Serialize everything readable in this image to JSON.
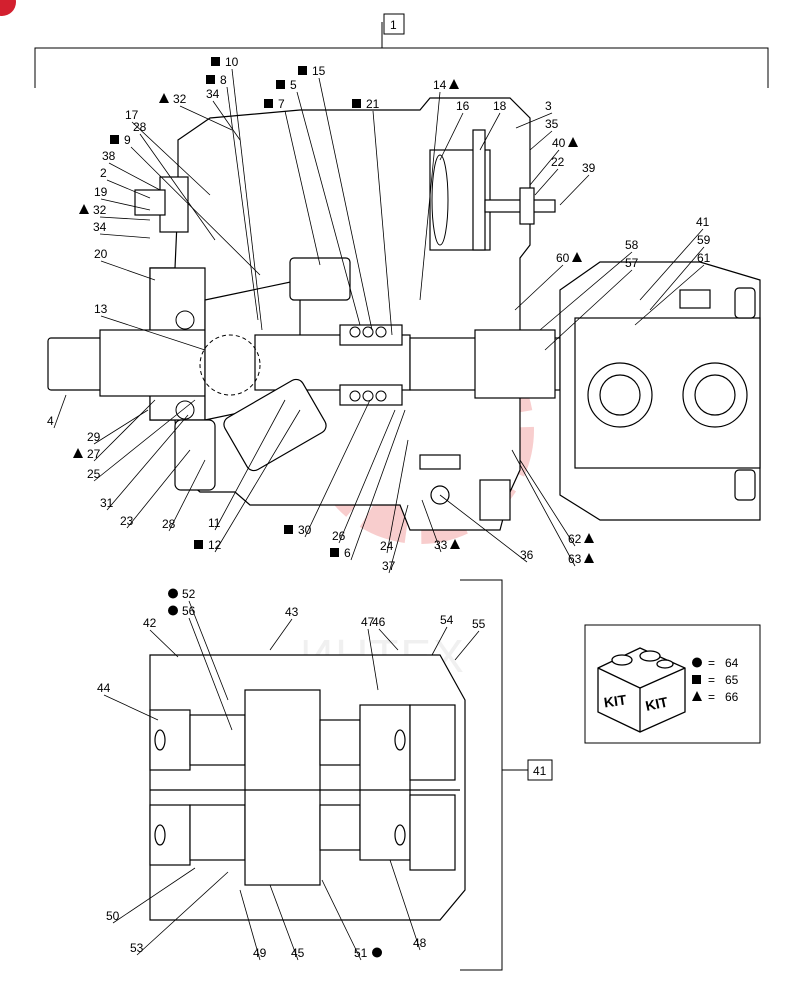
{
  "assembly_label": "1",
  "subassembly_label": "41",
  "watermark_text": "ИНТЕХ",
  "kit_legend": {
    "badge_text_left": "KIT",
    "badge_text_right": "KIT",
    "rows": [
      {
        "symbol": "circle",
        "equals": "=",
        "kit": "64"
      },
      {
        "symbol": "square",
        "equals": "=",
        "kit": "65"
      },
      {
        "symbol": "triangle",
        "equals": "=",
        "kit": "66"
      }
    ]
  },
  "callouts_top": [
    {
      "text": "10",
      "marker": "square"
    },
    {
      "text": "8",
      "marker": "square"
    },
    {
      "text": "15",
      "marker": "square"
    },
    {
      "text": "5",
      "marker": "square"
    },
    {
      "text": "32",
      "marker": "triangle"
    },
    {
      "text": "34",
      "marker": ""
    },
    {
      "text": "7",
      "marker": "square"
    },
    {
      "text": "21",
      "marker": "square"
    },
    {
      "text": "14",
      "marker": "triangle"
    },
    {
      "text": "16",
      "marker": ""
    },
    {
      "text": "18",
      "marker": ""
    },
    {
      "text": "3",
      "marker": ""
    },
    {
      "text": "35",
      "marker": ""
    },
    {
      "text": "17",
      "marker": ""
    },
    {
      "text": "28",
      "marker": ""
    },
    {
      "text": "9",
      "marker": "square"
    },
    {
      "text": "40",
      "marker": "triangle"
    },
    {
      "text": "22",
      "marker": ""
    },
    {
      "text": "39",
      "marker": ""
    },
    {
      "text": "38",
      "marker": ""
    },
    {
      "text": "2",
      "marker": ""
    },
    {
      "text": "19",
      "marker": ""
    },
    {
      "text": "32",
      "marker": "triangle"
    },
    {
      "text": "34",
      "marker": ""
    },
    {
      "text": "41",
      "marker": ""
    },
    {
      "text": "59",
      "marker": ""
    },
    {
      "text": "58",
      "marker": ""
    },
    {
      "text": "20",
      "marker": ""
    },
    {
      "text": "60",
      "marker": "triangle"
    },
    {
      "text": "61",
      "marker": ""
    },
    {
      "text": "57",
      "marker": ""
    },
    {
      "text": "13",
      "marker": ""
    },
    {
      "text": "4",
      "marker": ""
    },
    {
      "text": "29",
      "marker": ""
    },
    {
      "text": "27",
      "marker": "triangle"
    },
    {
      "text": "25",
      "marker": ""
    },
    {
      "text": "31",
      "marker": ""
    },
    {
      "text": "23",
      "marker": ""
    },
    {
      "text": "28",
      "marker": ""
    },
    {
      "text": "11",
      "marker": ""
    },
    {
      "text": "12",
      "marker": "square"
    },
    {
      "text": "30",
      "marker": "square"
    },
    {
      "text": "26",
      "marker": ""
    },
    {
      "text": "6",
      "marker": "square"
    },
    {
      "text": "24",
      "marker": ""
    },
    {
      "text": "33",
      "marker": "triangle"
    },
    {
      "text": "37",
      "marker": ""
    },
    {
      "text": "36",
      "marker": ""
    },
    {
      "text": "62",
      "marker": "triangle"
    },
    {
      "text": "63",
      "marker": "triangle"
    }
  ],
  "callouts_bottom": [
    {
      "text": "52",
      "marker": "circle"
    },
    {
      "text": "56",
      "marker": "circle"
    },
    {
      "text": "43",
      "marker": ""
    },
    {
      "text": "42",
      "marker": ""
    },
    {
      "text": "47",
      "marker": ""
    },
    {
      "text": "46",
      "marker": ""
    },
    {
      "text": "54",
      "marker": ""
    },
    {
      "text": "55",
      "marker": ""
    },
    {
      "text": "44",
      "marker": ""
    },
    {
      "text": "50",
      "marker": ""
    },
    {
      "text": "53",
      "marker": ""
    },
    {
      "text": "49",
      "marker": ""
    },
    {
      "text": "45",
      "marker": ""
    },
    {
      "text": "51",
      "marker": "circle"
    },
    {
      "text": "48",
      "marker": ""
    }
  ]
}
